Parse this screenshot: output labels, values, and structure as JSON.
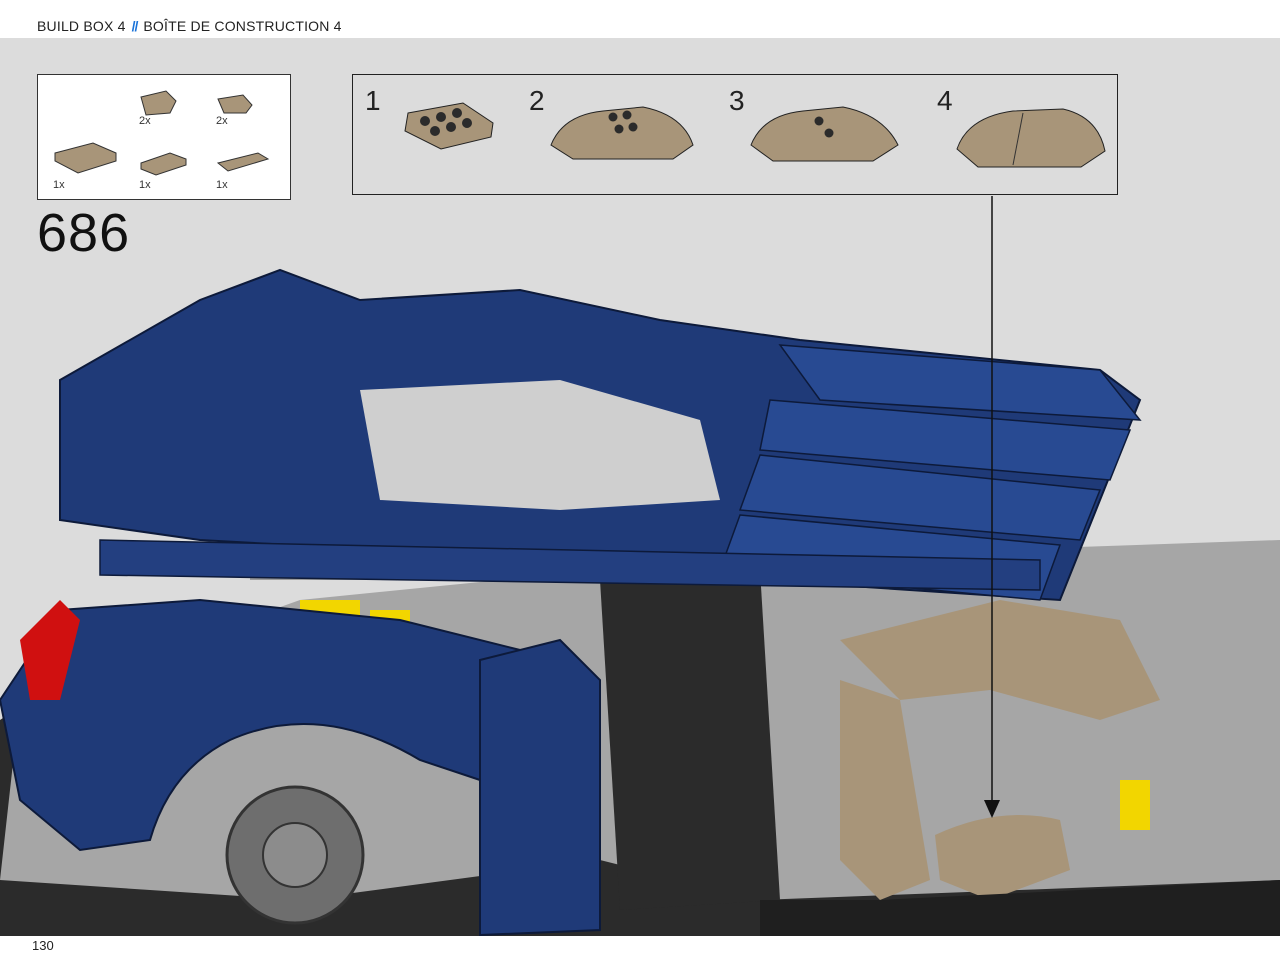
{
  "header": {
    "title_en": "BUILD BOX 4",
    "separator": "//",
    "title_fr": "BOÎTE DE CONSTRUCTION 4"
  },
  "parts_list": [
    {
      "quantity": "2x",
      "part": "tan curved slope 2x2 corner"
    },
    {
      "quantity": "2x",
      "part": "tan curved slope 1x2"
    },
    {
      "quantity": "1x",
      "part": "tan plate 2x3"
    },
    {
      "quantity": "1x",
      "part": "tan plate 1x3"
    },
    {
      "quantity": "1x",
      "part": "tan tile 1x4"
    }
  ],
  "step": {
    "number": "686"
  },
  "substeps": [
    {
      "number": "1"
    },
    {
      "number": "2"
    },
    {
      "number": "3"
    },
    {
      "number": "4"
    }
  ],
  "footer": {
    "page_number": "130"
  },
  "colors": {
    "background": "#dcdcdc",
    "body_blue": "#1f3a78",
    "tan": "#a89579",
    "dark_gray": "#2b2b2b",
    "light_gray": "#b9b9b9",
    "yellow": "#f2d600",
    "red": "#d01010",
    "accent_blue": "#1a73d9"
  }
}
